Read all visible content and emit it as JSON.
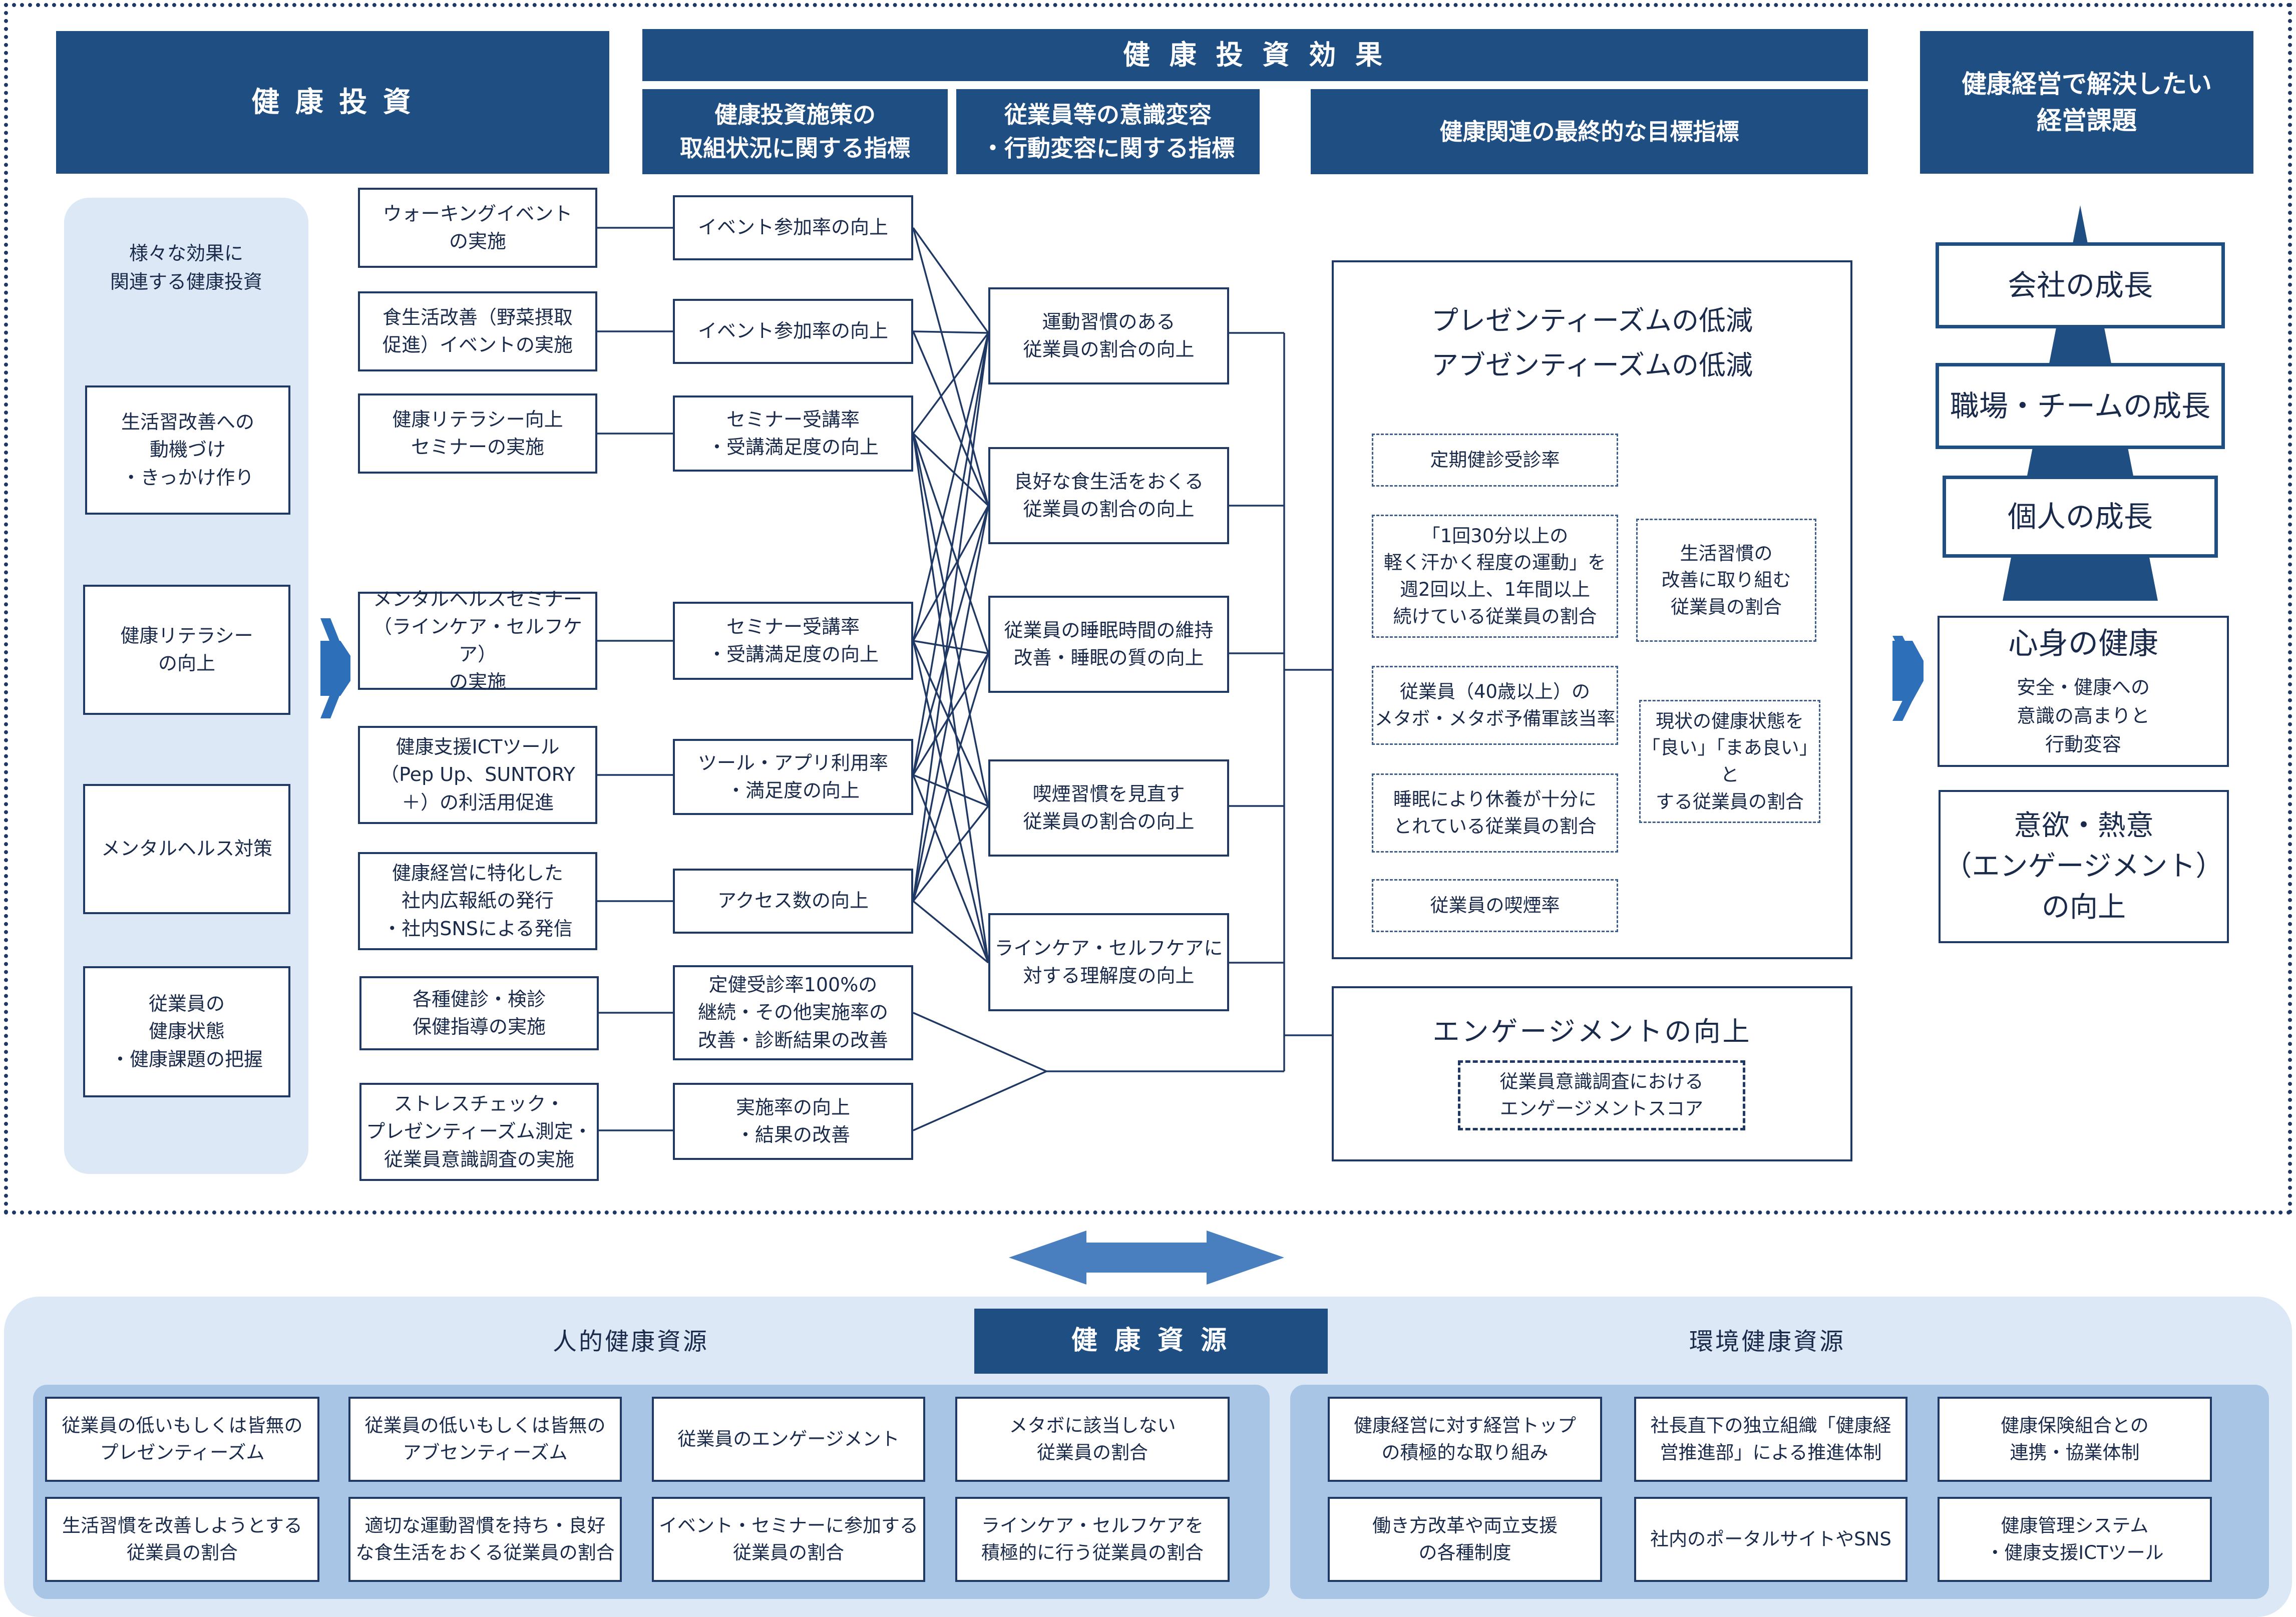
{
  "headers": {
    "investment": "健 康 投 資",
    "effect": "健 康 投 資 効 果",
    "initiative_indicators": "健康投資施策の\n取組状況に関する指標",
    "awareness_indicators": "従業員等の意識変容\n・行動変容に関する指標",
    "final_indicators": "健康関連の最終的な目標指標",
    "management_issues": "健康経営で解決したい\n経営課題"
  },
  "investment_panel": {
    "title": "様々な効果に\n関連する健康投資",
    "items": [
      "生活習改善への\n動機づけ\n・きっかけ作り",
      "健康リテラシー\nの向上",
      "メンタルヘルス対策",
      "従業員の\n健康状態\n・健康課題の把握"
    ]
  },
  "initiatives": [
    "ウォーキングイベント\nの実施",
    "食生活改善（野菜摂取\n促進）イベントの実施",
    "健康リテラシー向上\nセミナーの実施",
    "メンタルヘルスセミナー\n（ラインケア・セルフケア）\nの実施",
    "健康支援ICTツール\n（Pep Up、SUNTORY\n＋）の利活用促進",
    "健康経営に特化した\n社内広報紙の発行\n・社内SNSによる発信",
    "各種健診・検診\n保健指導の実施",
    "ストレスチェック・\nプレゼンティーズム測定・\n従業員意識調査の実施"
  ],
  "initiative_indicators": [
    "イベント参加率の向上",
    "イベント参加率の向上",
    "セミナー受講率\n・受講満足度の向上",
    "セミナー受講率\n・受講満足度の向上",
    "ツール・アプリ利用率\n・満足度の向上",
    "アクセス数の向上",
    "定健受診率100%の\n継続・その他実施率の\n改善・診断結果の改善",
    "実施率の向上\n・結果の改善"
  ],
  "awareness_indicators": [
    "運動習慣のある\n従業員の割合の向上",
    "良好な食生活をおくる\n従業員の割合の向上",
    "従業員の睡眠時間の維持\n改善・睡眠の質の向上",
    "喫煙習慣を見直す\n従業員の割合の向上",
    "ラインケア・セルフケアに\n対する理解度の向上"
  ],
  "final_indicators": {
    "main_title": "プレゼンティーズムの低減\nアブゼンティーズムの低減",
    "items": [
      "定期健診受診率",
      "「1回30分以上の\n軽く汗かく程度の運動」を\n週2回以上、1年間以上\n続けている従業員の割合",
      "生活習慣の\n改善に取り組む\n従業員の割合",
      "従業員（40歳以上）の\nメタボ・メタボ予備軍該当率",
      "現状の健康状態を\n「良い」「まあ良い」と\nする従業員の割合",
      "睡眠により休養が十分に\nとれている従業員の割合",
      "従業員の喫煙率"
    ],
    "engagement_title": "エンゲージメントの向上",
    "engagement_item": "従業員意識調査における\nエンゲージメントスコア"
  },
  "management_issues": {
    "pyramid": [
      "会社の成長",
      "職場・チームの成長",
      "個人の成長"
    ],
    "mind_body_title": "心身の健康",
    "mind_body_sub": "安全・健康への\n意識の高まりと\n行動変容",
    "motivation": "意欲・熱意\n（エンゲージメント）\nの向上"
  },
  "resources": {
    "title": "健 康 資 源",
    "human_title": "人的健康資源",
    "env_title": "環境健康資源",
    "human_items": [
      "従業員の低いもしくは皆無の\nプレゼンティーズム",
      "従業員の低いもしくは皆無の\nアブセンティーズム",
      "従業員のエンゲージメント",
      "メタボに該当しない\n従業員の割合",
      "生活習慣を改善しようとする\n従業員の割合",
      "適切な運動習慣を持ち・良好\nな食生活をおくる従業員の割合",
      "イベント・セミナーに参加する\n従業員の割合",
      "ラインケア・セルフケアを\n積極的に行う従業員の割合"
    ],
    "env_items": [
      "健康経営に対す経営トップ\nの積極的な取り組み",
      "社長直下の独立組織「健康経\n営推進部」による推進体制",
      "健康保険組合との\n連携・協業体制",
      "働き方改革や両立支援\nの各種制度",
      "社内のポータルサイトやSNS",
      "健康管理システム\n・健康支援ICTツール"
    ]
  },
  "colors": {
    "navy": "#1f4e82",
    "dark_navy": "#1f3864",
    "light_panel": "#dce8f5",
    "mid_panel": "#a9c5e6",
    "arrow_blue": "#2e6fba"
  }
}
